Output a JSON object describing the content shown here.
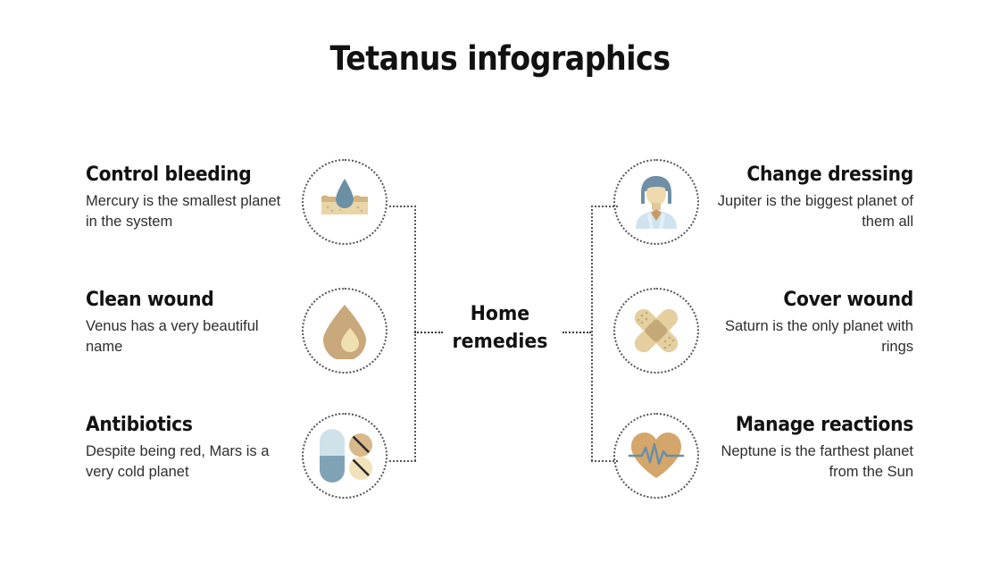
{
  "slide": {
    "title": "Tetanus infographics",
    "background_color": "#ffffff",
    "center": {
      "line1": "Home",
      "line2": "remedies"
    }
  },
  "palette": {
    "text_dark": "#121212",
    "body_text": "#2e2e2e",
    "dotted_line": "#55555a",
    "skin_light": "#e8d5a8",
    "skin_dark": "#d4b483",
    "blood_blue": "#6b8fa3",
    "droplet_tan": "#c9a87c",
    "droplet_highlight": "#f0dfb0",
    "capsule_light": "#cfe2ea",
    "capsule_dark": "#7fa3b5",
    "pill_tan": "#d8b98a",
    "pill_cream": "#f2e2bb",
    "nurse_hair": "#6e8fa6",
    "nurse_skin": "#efd9ae",
    "nurse_coat": "#cfe3ee",
    "bandage": "#e5cf9e",
    "bandage_pad": "#c4a878",
    "heart_tan": "#d5a66b",
    "ekg_blue": "#6b8fa3"
  },
  "items": {
    "left": [
      {
        "heading": "Control bleeding",
        "body": "Mercury is the smallest planet in the system",
        "icon": "skin-bleeding-icon"
      },
      {
        "heading": "Clean wound",
        "body": "Venus has a very beautiful name",
        "icon": "water-droplet-icon"
      },
      {
        "heading": "Antibiotics",
        "body": "Despite being red, Mars is a very cold planet",
        "icon": "pills-icon"
      }
    ],
    "right": [
      {
        "heading": "Change dressing",
        "body": "Jupiter is the biggest planet of them all",
        "icon": "nurse-icon"
      },
      {
        "heading": "Cover wound",
        "body": "Saturn is the only planet with rings",
        "icon": "bandage-cross-icon"
      },
      {
        "heading": "Manage reactions",
        "body": "Neptune is the farthest planet from the Sun",
        "icon": "heart-pulse-icon"
      }
    ]
  }
}
